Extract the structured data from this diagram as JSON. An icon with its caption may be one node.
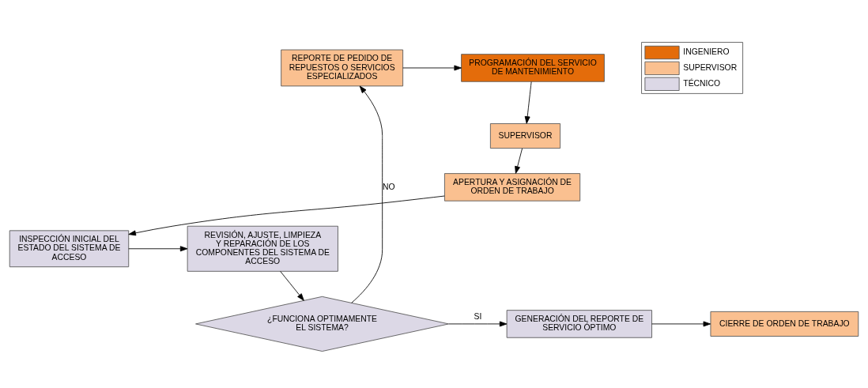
{
  "diagram": {
    "nodes": [
      {
        "text": [
          "PROGRAMACIÓN DEL SERVICIO DE MANTENIMIENTO"
        ]
      },
      {
        "text": [
          "SUPERVISOR"
        ]
      },
      {
        "text": [
          "APERTURA Y ASIGNACIÓN DE ORDEN DE TRABAJO"
        ]
      },
      {
        "text": [
          "INSPECCIÓN INICIAL DEL ESTADO DEL SISTEMA DE ACCESO"
        ]
      },
      {
        "text": [
          "REVISIÓN, AJUSTE, LIMPIEZA Y REPARACIÓN DE LOS COMPONENTES DEL SISTEMA DE ACCESO"
        ]
      },
      {
        "text": [
          "¿FUNCIONA OPTIMAMENTE EL SISTEMA?"
        ]
      },
      {
        "text": [
          "REPORTE DE PEDIDO DE REPUESTOS O SERVICIOS ESPECIALIZADOS"
        ]
      },
      {
        "text": [
          "GENERACIÓN DEL REPORTE DE SERVICIO ÓPTIMO"
        ]
      },
      {
        "text": [
          "CIERRE DE ORDEN DE TRABAJO"
        ]
      }
    ],
    "edges": [
      {
        "from": 0,
        "to": 1,
        "arrow": "to"
      },
      {
        "from": 1,
        "to": 2,
        "arrow": "to"
      },
      {
        "from": 2,
        "to": 3,
        "arrow": "to"
      },
      {
        "from": 3,
        "to": 4,
        "arrow": "to"
      },
      {
        "from": 4,
        "to": 5,
        "arrow": "to"
      },
      {
        "from": 5,
        "to": 6,
        "arrow": "to",
        "label": "NO"
      },
      {
        "from": 6,
        "to": 0,
        "arrow": "to"
      },
      {
        "from": 5,
        "to": 7,
        "arrow": "to",
        "label": "SI"
      },
      {
        "from": 7,
        "to": 8,
        "arrow": "to"
      }
    ],
    "legend": [
      {
        "text": "INGENIERO",
        "color": "#e46c0a"
      },
      {
        "text": "SUPERVISOR",
        "color": "#fac090"
      },
      {
        "text": "TÉCNICO",
        "color": "#dcd8e6"
      }
    ]
  }
}
